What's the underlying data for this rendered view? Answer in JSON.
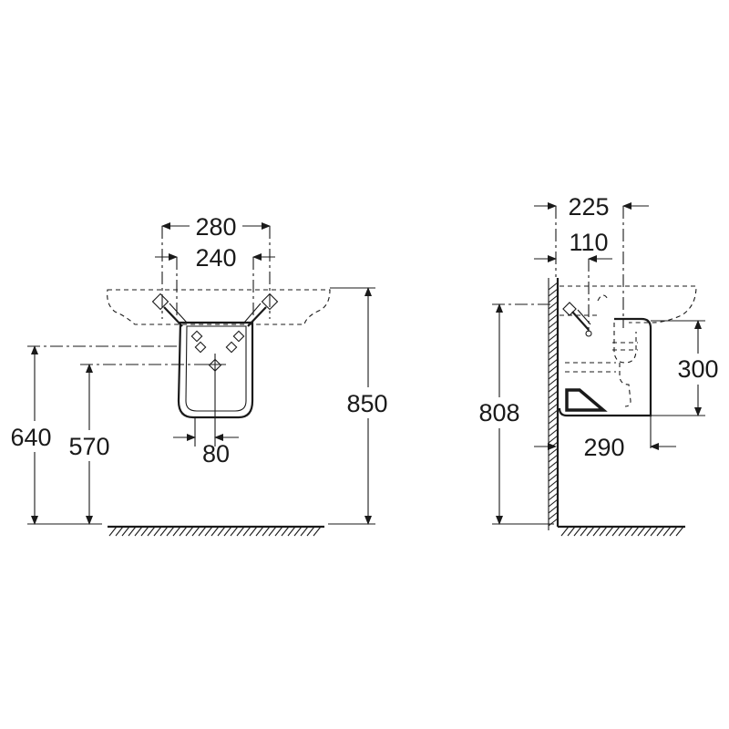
{
  "front_view": {
    "width_outer": "280",
    "width_inner": "240",
    "pedestal_offset": "80",
    "height_left_outer": "640",
    "height_left_inner": "570",
    "height_total": "850"
  },
  "side_view": {
    "depth_total": "225",
    "depth_inlet": "110",
    "pedestal_height": "300",
    "height": "808",
    "pedestal_depth": "290"
  }
}
